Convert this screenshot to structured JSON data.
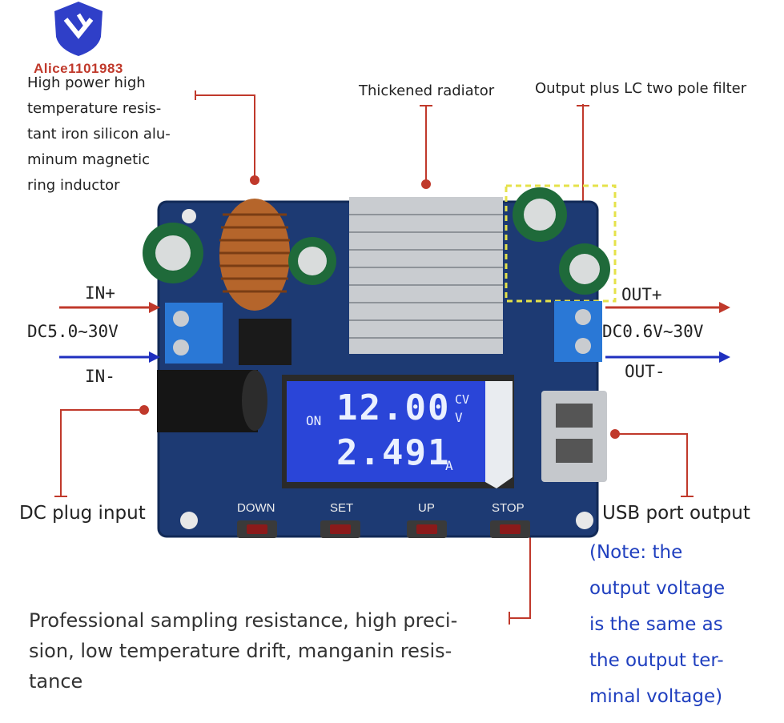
{
  "brand": {
    "name": "Alice1101983"
  },
  "callouts": {
    "inductor": "High power high temperature resis- tant iron silicon alu- minum magnetic ring inductor",
    "inductor_lines": [
      "High power high",
      "temperature resis-",
      "tant iron silicon alu-",
      "minum magnetic",
      "ring inductor"
    ],
    "radiator": "Thickened radiator",
    "filter": "Output plus LC two pole filter",
    "dc_plug": "DC plug input",
    "usb": "USB port output",
    "note_lines": [
      "(Note: the",
      "output voltage",
      "is the same as",
      "the output ter-",
      "minal voltage)"
    ],
    "sampling_lines": [
      "Professional sampling resistance, high preci-",
      "sion, low temperature drift, manganin resis-",
      "tance"
    ]
  },
  "terminals": {
    "in_plus": "IN+",
    "in_minus": "IN-",
    "in_range": "DC5.0~30V",
    "out_plus": "OUT+",
    "out_minus": "OUT-",
    "out_range": "DC0.6V~30V"
  },
  "display": {
    "on": "ON",
    "voltage": "12.00",
    "cv": "CV",
    "v_unit": "V",
    "current": "2.491",
    "a_unit": "A"
  },
  "buttons": [
    "DOWN",
    "SET",
    "UP",
    "STOP"
  ],
  "colors": {
    "callout_line": "#c0392b",
    "in_arrow": "#c0392b",
    "out_arrow": "#c0392b",
    "minus_arrow": "#1f2fbf",
    "pcb": "#1d3a73",
    "lcd": "#2a45d8",
    "note_text": "#1f3fbf"
  }
}
